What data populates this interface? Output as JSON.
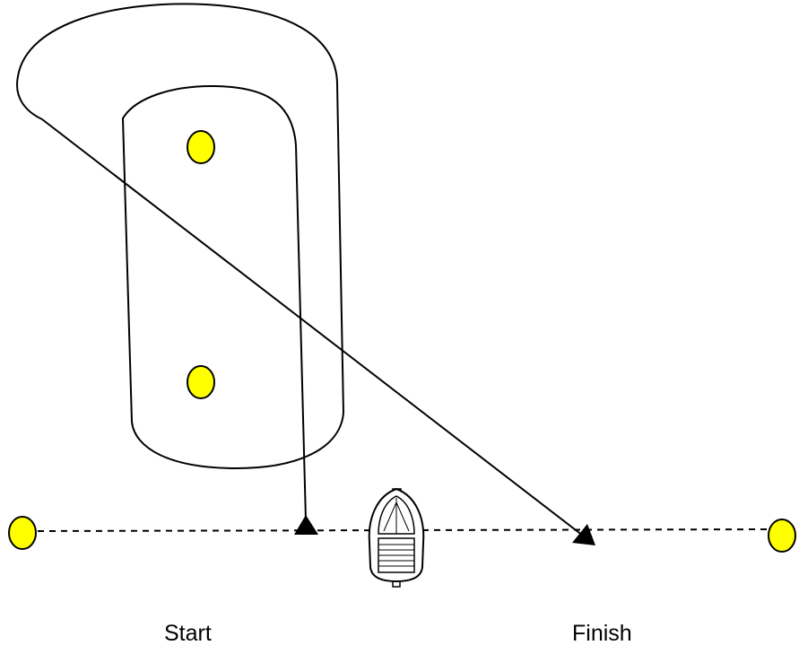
{
  "labels": {
    "start": "Start",
    "finish": "Finish"
  },
  "colors": {
    "buoy_fill": "#ffff00",
    "buoy_stroke": "#000000",
    "line": "#000000",
    "background": "#ffffff"
  },
  "elements": {
    "buoys": 4,
    "boat": "boat-icon",
    "start_marker": "triangle-marker",
    "finish_marker": "triangle-marker",
    "start_finish_line": "dashed"
  }
}
